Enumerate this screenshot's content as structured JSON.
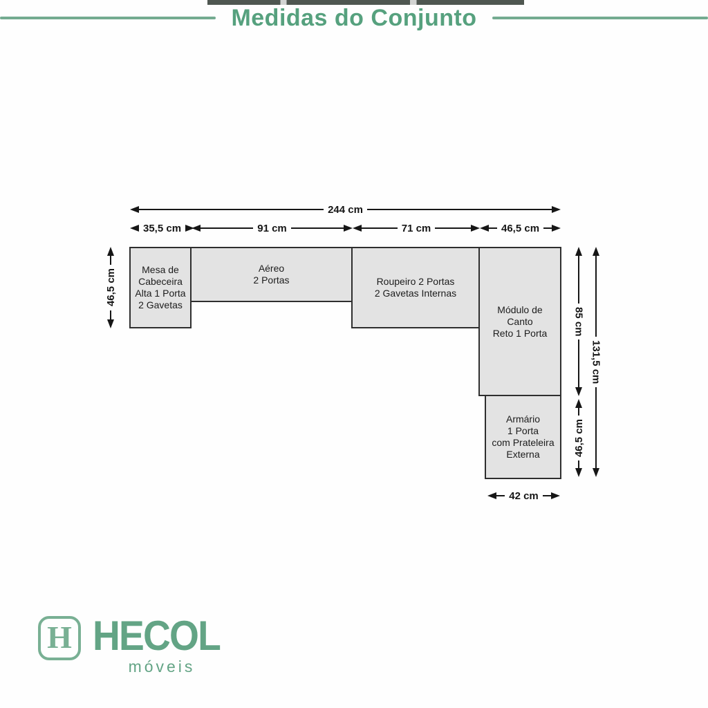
{
  "header": {
    "title": "Medidas do Conjunto"
  },
  "diagram": {
    "modules": [
      {
        "id": "mesa-cabeceira",
        "label": "Mesa de\nCabeceira\nAlta 1 Porta\n2 Gavetas"
      },
      {
        "id": "aereo",
        "label": "Aéreo\n2 Portas"
      },
      {
        "id": "roupeiro",
        "label": "Roupeiro 2 Portas\n2 Gavetas Internas"
      },
      {
        "id": "modulo-canto",
        "label": "Módulo de\nCanto\nReto 1 Porta"
      },
      {
        "id": "armario",
        "label": "Armário\n1 Porta\ncom Prateleira\nExterna"
      }
    ],
    "dimensions": {
      "total_width": "244 cm",
      "mesa_width": "35,5 cm",
      "aereo_width": "91 cm",
      "roupeiro_width": "71 cm",
      "modulo_width": "46,5 cm",
      "mesa_height": "46,5 cm",
      "modulo_height": "85 cm",
      "armario_height": "46,5 cm",
      "right_total_height": "131,5 cm",
      "armario_width": "42 cm"
    }
  },
  "footer": {
    "monogram": "H",
    "brand": "HECOL",
    "tagline": "móveis"
  },
  "colors": {
    "brand_green": "#63a485",
    "title_green": "#56a17e",
    "rule_green": "#74ab90",
    "box_fill": "#e3e3e3",
    "box_border": "#2e2e2e",
    "arrow": "#161616"
  }
}
